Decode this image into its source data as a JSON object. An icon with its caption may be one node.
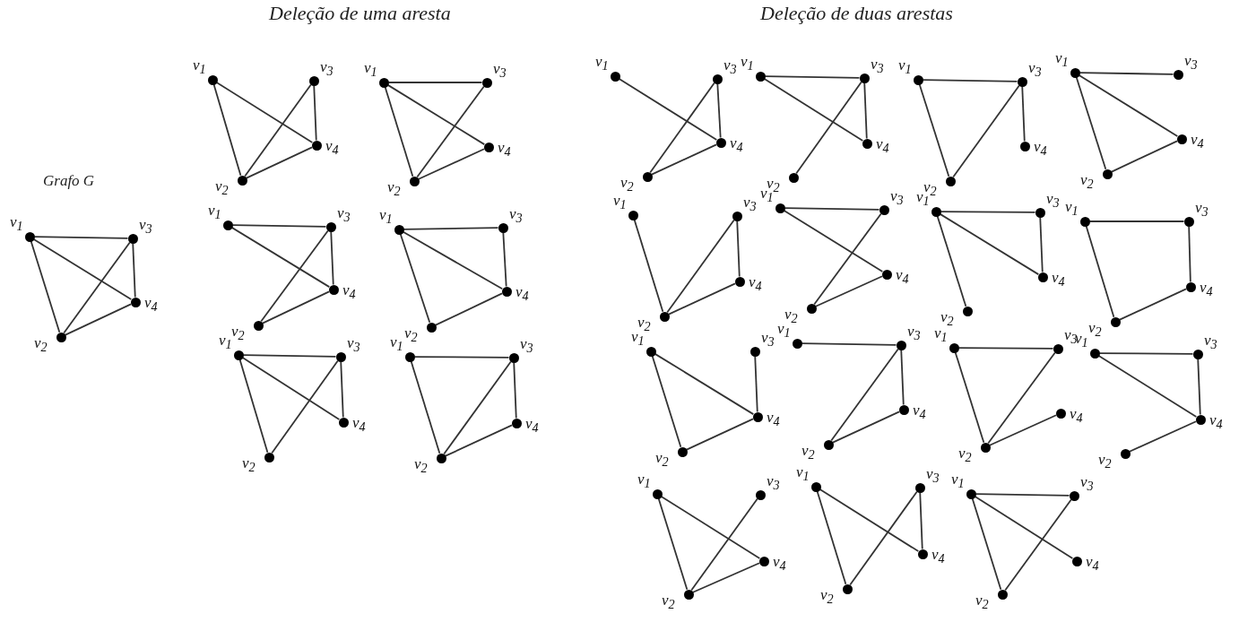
{
  "diagram": {
    "nodes": [
      {
        "text": [],
        "shape": "circle",
        "beside": [
          "v$_{1}$"
        ]
      },
      {
        "text": [],
        "shape": "circle",
        "beside": [
          "v$_{3}$"
        ]
      },
      {
        "text": [],
        "shape": "circle",
        "beside": [
          "v$_{4}$"
        ]
      },
      {
        "text": [],
        "shape": "circle",
        "beside": [
          "v$_{2}$"
        ]
      },
      {
        "text": [],
        "shape": "circle",
        "beside": [
          "v$_{1}$"
        ]
      },
      {
        "text": [],
        "shape": "circle",
        "beside": [
          "v$_{3}$"
        ]
      },
      {
        "text": [],
        "shape": "circle",
        "beside": [
          "v$_{4}$"
        ]
      },
      {
        "text": [],
        "shape": "circle",
        "beside": [
          "v$_{2}$"
        ]
      },
      {
        "text": [],
        "shape": "circle",
        "beside": [
          "v$_{1}$"
        ]
      },
      {
        "text": [],
        "shape": "circle",
        "beside": [
          "v$_{3}$"
        ]
      },
      {
        "text": [],
        "shape": "circle",
        "beside": [
          "v$_{4}$"
        ]
      },
      {
        "text": [],
        "shape": "circle",
        "beside": [
          "v$_{2}$"
        ]
      },
      {
        "text": [],
        "shape": "circle",
        "beside": [
          "v$_{1}$"
        ]
      },
      {
        "text": [],
        "shape": "circle",
        "beside": [
          "v$_{3}$"
        ]
      },
      {
        "text": [],
        "shape": "circle",
        "beside": [
          "v$_{4}$"
        ]
      },
      {
        "text": [],
        "shape": "circle",
        "beside": [
          "v$_{2}$"
        ]
      },
      {
        "text": [],
        "shape": "circle",
        "beside": [
          "v$_{1}$"
        ]
      },
      {
        "text": [],
        "shape": "circle",
        "beside": [
          "v$_{3}$"
        ]
      },
      {
        "text": [],
        "shape": "circle",
        "beside": [
          "v$_{4}$"
        ]
      },
      {
        "text": [],
        "shape": "circle",
        "beside": [
          "v$_{2}$"
        ]
      },
      {
        "text": [],
        "shape": "circle",
        "beside": [
          "v$_{1}$"
        ]
      },
      {
        "text": [],
        "shape": "circle",
        "beside": [
          "v$_{3}$"
        ]
      },
      {
        "text": [],
        "shape": "circle",
        "beside": [
          "v$_{4}$"
        ]
      },
      {
        "text": [],
        "shape": "circle",
        "beside": [
          "v$_{2}$"
        ]
      },
      {
        "text": [],
        "shape": "circle",
        "beside": [
          "v$_{1}$"
        ]
      },
      {
        "text": [],
        "shape": "circle",
        "beside": [
          "v$_{3}$"
        ]
      },
      {
        "text": [],
        "shape": "circle",
        "beside": [
          "v$_{4}$"
        ]
      },
      {
        "text": [],
        "shape": "circle",
        "beside": [
          "v$_{2}$"
        ]
      },
      {
        "text": [],
        "shape": "circle",
        "beside": [
          "v$_{1}$"
        ]
      },
      {
        "text": [],
        "shape": "circle",
        "beside": [
          "v$_{3}$"
        ]
      },
      {
        "text": [],
        "shape": "circle",
        "beside": [
          "v$_{4}$"
        ]
      },
      {
        "text": [],
        "shape": "circle",
        "beside": [
          "v$_{2}$"
        ]
      },
      {
        "text": [],
        "shape": "circle",
        "beside": [
          "v$_{1}$"
        ]
      },
      {
        "text": [],
        "shape": "circle",
        "beside": [
          "v$_{3}$"
        ]
      },
      {
        "text": [],
        "shape": "circle",
        "beside": [
          "v$_{4}$"
        ]
      },
      {
        "text": [],
        "shape": "circle",
        "beside": [
          "v$_{2}$"
        ]
      },
      {
        "text": [],
        "shape": "circle",
        "beside": [
          "v$_{1}$"
        ]
      },
      {
        "text": [],
        "shape": "circle",
        "beside": [
          "v$_{3}$"
        ]
      },
      {
        "text": [],
        "shape": "circle",
        "beside": [
          "v$_{4}$"
        ]
      },
      {
        "text": [],
        "shape": "circle",
        "beside": [
          "v$_{2}$"
        ]
      },
      {
        "text": [],
        "shape": "circle",
        "beside": [
          "v$_{1}$"
        ]
      },
      {
        "text": [],
        "shape": "circle",
        "beside": [
          "v$_{3}$"
        ]
      },
      {
        "text": [],
        "shape": "circle",
        "beside": [
          "v$_{4}$"
        ]
      },
      {
        "text": [],
        "shape": "circle",
        "beside": [
          "v$_{2}$"
        ]
      },
      {
        "text": [],
        "shape": "circle",
        "beside": [
          "v$_{1}$"
        ]
      },
      {
        "text": [],
        "shape": "circle",
        "beside": [
          "v$_{3}$"
        ]
      },
      {
        "text": [],
        "shape": "circle",
        "beside": [
          "v$_{4}$"
        ]
      },
      {
        "text": [],
        "shape": "circle",
        "beside": [
          "v$_{2}$"
        ]
      },
      {
        "text": [],
        "shape": "circle",
        "beside": [
          "v$_{1}$"
        ]
      },
      {
        "text": [],
        "shape": "circle",
        "beside": [
          "v$_{3}$"
        ]
      },
      {
        "text": [],
        "shape": "circle",
        "beside": [
          "v$_{4}$"
        ]
      },
      {
        "text": [],
        "shape": "circle",
        "beside": [
          "v$_{2}$"
        ]
      },
      {
        "text": [],
        "shape": "circle",
        "beside": [
          "v$_{1}$"
        ]
      },
      {
        "text": [],
        "shape": "circle",
        "beside": [
          "v$_{3}$"
        ]
      },
      {
        "text": [],
        "shape": "circle",
        "beside": [
          "v$_{4}$"
        ]
      },
      {
        "text": [],
        "shape": "circle",
        "beside": [
          "v$_{2}$"
        ]
      },
      {
        "text": [],
        "shape": "circle",
        "beside": [
          "v$_{1}$"
        ]
      },
      {
        "text": [],
        "shape": "circle",
        "beside": [
          "v$_{3}$"
        ]
      },
      {
        "text": [],
        "shape": "circle",
        "beside": [
          "v$_{4}$"
        ]
      },
      {
        "text": [],
        "shape": "circle",
        "beside": [
          "v$_{2}$"
        ]
      },
      {
        "text": [],
        "shape": "circle",
        "beside": [
          "v$_{1}$"
        ]
      },
      {
        "text": [],
        "shape": "circle",
        "beside": [
          "v$_{3}$"
        ]
      },
      {
        "text": [],
        "shape": "circle",
        "beside": [
          "v$_{4}$"
        ]
      },
      {
        "text": [],
        "shape": "circle",
        "beside": [
          "v$_{2}$"
        ]
      },
      {
        "text": [],
        "shape": "circle",
        "beside": [
          "v$_{1}$"
        ]
      },
      {
        "text": [],
        "shape": "circle",
        "beside": [
          "v$_{3}$"
        ]
      },
      {
        "text": [],
        "shape": "circle",
        "beside": [
          "v$_{4}$"
        ]
      },
      {
        "text": [],
        "shape": "circle",
        "beside": [
          "v$_{2}$"
        ]
      },
      {
        "text": [],
        "shape": "circle",
        "beside": [
          "v$_{1}$"
        ]
      },
      {
        "text": [],
        "shape": "circle",
        "beside": [
          "v$_{3}$"
        ]
      },
      {
        "text": [],
        "shape": "circle",
        "beside": [
          "v$_{4}$"
        ]
      },
      {
        "text": [],
        "shape": "circle",
        "beside": [
          "v$_{2}$"
        ]
      },
      {
        "text": [],
        "shape": "circle",
        "beside": [
          "v$_{1}$"
        ]
      },
      {
        "text": [],
        "shape": "circle",
        "beside": [
          "v$_{3}$"
        ]
      },
      {
        "text": [],
        "shape": "circle",
        "beside": [
          "v$_{4}$"
        ]
      },
      {
        "text": [],
        "shape": "circle",
        "beside": [
          "v$_{2}$"
        ]
      },
      {
        "text": [],
        "shape": "circle",
        "beside": [
          "v$_{1}$"
        ]
      },
      {
        "text": [],
        "shape": "circle",
        "beside": [
          "v$_{3}$"
        ]
      },
      {
        "text": [],
        "shape": "circle",
        "beside": [
          "v$_{4}$"
        ]
      },
      {
        "text": [],
        "shape": "circle",
        "beside": [
          "v$_{2}$"
        ]
      },
      {
        "text": [],
        "shape": "circle",
        "beside": [
          "v$_{1}$"
        ]
      },
      {
        "text": [],
        "shape": "circle",
        "beside": [
          "v$_{3}$"
        ]
      },
      {
        "text": [],
        "shape": "circle",
        "beside": [
          "v$_{4}$"
        ]
      },
      {
        "text": [],
        "shape": "circle",
        "beside": [
          "v$_{2}$"
        ]
      },
      {
        "text": [],
        "shape": "circle",
        "beside": [
          "v$_{1}$"
        ]
      },
      {
        "text": [],
        "shape": "circle",
        "beside": [
          "v$_{3}$"
        ]
      },
      {
        "text": [],
        "shape": "circle",
        "beside": [
          "v$_{4}$"
        ]
      },
      {
        "text": [],
        "shape": "circle",
        "beside": [
          "v$_{2}$"
        ]
      }
    ],
    "edges": [
      {
        "from": 0,
        "to": 1,
        "arrow": "none"
      },
      {
        "from": 0,
        "to": 2,
        "arrow": "none"
      },
      {
        "from": 0,
        "to": 3,
        "arrow": "none"
      },
      {
        "from": 1,
        "to": 2,
        "arrow": "none"
      },
      {
        "from": 1,
        "to": 3,
        "arrow": "none"
      },
      {
        "from": 2,
        "to": 3,
        "arrow": "none"
      },
      {
        "from": 4,
        "to": 6,
        "arrow": "none"
      },
      {
        "from": 4,
        "to": 7,
        "arrow": "none"
      },
      {
        "from": 5,
        "to": 6,
        "arrow": "none"
      },
      {
        "from": 5,
        "to": 7,
        "arrow": "none"
      },
      {
        "from": 6,
        "to": 7,
        "arrow": "none"
      },
      {
        "from": 8,
        "to": 9,
        "arrow": "none"
      },
      {
        "from": 8,
        "to": 10,
        "arrow": "none"
      },
      {
        "from": 8,
        "to": 11,
        "arrow": "none"
      },
      {
        "from": 9,
        "to": 11,
        "arrow": "none"
      },
      {
        "from": 10,
        "to": 11,
        "arrow": "none"
      },
      {
        "from": 12,
        "to": 13,
        "arrow": "none"
      },
      {
        "from": 12,
        "to": 14,
        "arrow": "none"
      },
      {
        "from": 13,
        "to": 14,
        "arrow": "none"
      },
      {
        "from": 13,
        "to": 15,
        "arrow": "none"
      },
      {
        "from": 14,
        "to": 15,
        "arrow": "none"
      },
      {
        "from": 16,
        "to": 17,
        "arrow": "none"
      },
      {
        "from": 16,
        "to": 18,
        "arrow": "none"
      },
      {
        "from": 16,
        "to": 19,
        "arrow": "none"
      },
      {
        "from": 17,
        "to": 18,
        "arrow": "none"
      },
      {
        "from": 18,
        "to": 19,
        "arrow": "none"
      },
      {
        "from": 20,
        "to": 21,
        "arrow": "none"
      },
      {
        "from": 20,
        "to": 22,
        "arrow": "none"
      },
      {
        "from": 20,
        "to": 23,
        "arrow": "none"
      },
      {
        "from": 21,
        "to": 22,
        "arrow": "none"
      },
      {
        "from": 21,
        "to": 23,
        "arrow": "none"
      },
      {
        "from": 24,
        "to": 25,
        "arrow": "none"
      },
      {
        "from": 24,
        "to": 27,
        "arrow": "none"
      },
      {
        "from": 25,
        "to": 26,
        "arrow": "none"
      },
      {
        "from": 25,
        "to": 27,
        "arrow": "none"
      },
      {
        "from": 26,
        "to": 27,
        "arrow": "none"
      },
      {
        "from": 28,
        "to": 30,
        "arrow": "none"
      },
      {
        "from": 29,
        "to": 30,
        "arrow": "none"
      },
      {
        "from": 29,
        "to": 31,
        "arrow": "none"
      },
      {
        "from": 30,
        "to": 31,
        "arrow": "none"
      },
      {
        "from": 32,
        "to": 33,
        "arrow": "none"
      },
      {
        "from": 32,
        "to": 34,
        "arrow": "none"
      },
      {
        "from": 33,
        "to": 34,
        "arrow": "none"
      },
      {
        "from": 33,
        "to": 35,
        "arrow": "none"
      },
      {
        "from": 36,
        "to": 37,
        "arrow": "none"
      },
      {
        "from": 36,
        "to": 39,
        "arrow": "none"
      },
      {
        "from": 37,
        "to": 38,
        "arrow": "none"
      },
      {
        "from": 37,
        "to": 39,
        "arrow": "none"
      },
      {
        "from": 40,
        "to": 41,
        "arrow": "none"
      },
      {
        "from": 40,
        "to": 42,
        "arrow": "none"
      },
      {
        "from": 40,
        "to": 43,
        "arrow": "none"
      },
      {
        "from": 42,
        "to": 43,
        "arrow": "none"
      },
      {
        "from": 44,
        "to": 47,
        "arrow": "none"
      },
      {
        "from": 45,
        "to": 46,
        "arrow": "none"
      },
      {
        "from": 45,
        "to": 47,
        "arrow": "none"
      },
      {
        "from": 46,
        "to": 47,
        "arrow": "none"
      },
      {
        "from": 48,
        "to": 49,
        "arrow": "none"
      },
      {
        "from": 48,
        "to": 50,
        "arrow": "none"
      },
      {
        "from": 49,
        "to": 51,
        "arrow": "none"
      },
      {
        "from": 50,
        "to": 51,
        "arrow": "none"
      },
      {
        "from": 52,
        "to": 53,
        "arrow": "none"
      },
      {
        "from": 52,
        "to": 54,
        "arrow": "none"
      },
      {
        "from": 52,
        "to": 55,
        "arrow": "none"
      },
      {
        "from": 53,
        "to": 54,
        "arrow": "none"
      },
      {
        "from": 56,
        "to": 57,
        "arrow": "none"
      },
      {
        "from": 56,
        "to": 59,
        "arrow": "none"
      },
      {
        "from": 57,
        "to": 58,
        "arrow": "none"
      },
      {
        "from": 58,
        "to": 59,
        "arrow": "none"
      },
      {
        "from": 60,
        "to": 62,
        "arrow": "none"
      },
      {
        "from": 60,
        "to": 63,
        "arrow": "none"
      },
      {
        "from": 61,
        "to": 62,
        "arrow": "none"
      },
      {
        "from": 62,
        "to": 63,
        "arrow": "none"
      },
      {
        "from": 64,
        "to": 65,
        "arrow": "none"
      },
      {
        "from": 65,
        "to": 66,
        "arrow": "none"
      },
      {
        "from": 65,
        "to": 67,
        "arrow": "none"
      },
      {
        "from": 66,
        "to": 67,
        "arrow": "none"
      },
      {
        "from": 68,
        "to": 69,
        "arrow": "none"
      },
      {
        "from": 68,
        "to": 71,
        "arrow": "none"
      },
      {
        "from": 69,
        "to": 71,
        "arrow": "none"
      },
      {
        "from": 70,
        "to": 71,
        "arrow": "none"
      },
      {
        "from": 72,
        "to": 73,
        "arrow": "none"
      },
      {
        "from": 72,
        "to": 74,
        "arrow": "none"
      },
      {
        "from": 73,
        "to": 74,
        "arrow": "none"
      },
      {
        "from": 74,
        "to": 75,
        "arrow": "none"
      },
      {
        "from": 76,
        "to": 78,
        "arrow": "none"
      },
      {
        "from": 76,
        "to": 79,
        "arrow": "none"
      },
      {
        "from": 77,
        "to": 79,
        "arrow": "none"
      },
      {
        "from": 78,
        "to": 79,
        "arrow": "none"
      },
      {
        "from": 80,
        "to": 82,
        "arrow": "none"
      },
      {
        "from": 80,
        "to": 83,
        "arrow": "none"
      },
      {
        "from": 81,
        "to": 82,
        "arrow": "none"
      },
      {
        "from": 81,
        "to": 83,
        "arrow": "none"
      },
      {
        "from": 84,
        "to": 85,
        "arrow": "none"
      },
      {
        "from": 84,
        "to": 86,
        "arrow": "none"
      },
      {
        "from": 84,
        "to": 87,
        "arrow": "none"
      },
      {
        "from": 85,
        "to": 87,
        "arrow": "none"
      }
    ],
    "labels": [
      "Deleção de uma aresta",
      "Grafo G",
      "Deleção de duas arestas"
    ]
  }
}
